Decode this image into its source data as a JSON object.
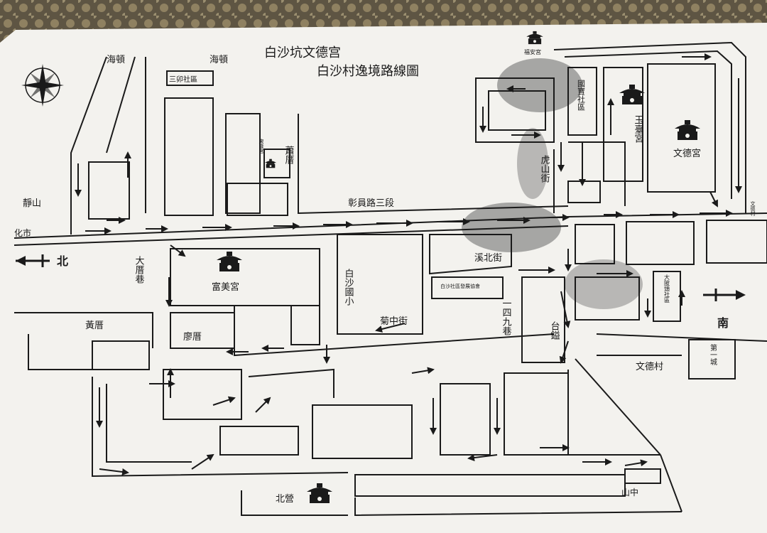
{
  "title": {
    "line1": "白沙坑文德宫",
    "line2": "白沙村逸境路線圖"
  },
  "compass": {
    "icon": "compass-rose-icon"
  },
  "directions": {
    "north": "北",
    "south": "南"
  },
  "roads": {
    "haidun_left": "海頓",
    "haidun_right": "海頓",
    "jingshan": "靜山",
    "huashi": "化市",
    "dacuo_xiang": "大厝巷",
    "huangcuo": "黃厝",
    "zhangyuan_road": "彰員路三段",
    "xibei_street": "溪北街",
    "huzhong_street": "菊中街",
    "lane_149": "一四九巷",
    "taiyu": "台鎰",
    "hushan_street": "虎山街",
    "wende_village": "文德村",
    "shanzhong": "山中",
    "beiying": "北營",
    "wende_village_small": "文德村"
  },
  "places": {
    "sanmao_community": "三卯社區",
    "dongfu_temple": "東隆宮",
    "xiaocuo": "蕭厝",
    "fumei_temple": "富美宮",
    "baisha_school": "白沙國小",
    "baisha_assoc": "白沙社區發展協會",
    "liaocuo": "廖厝",
    "fuan_temple": "福安宮",
    "guobao_community": "國寶社區",
    "yutai_temple": "玉臺宮",
    "wende_temple": "文德宮",
    "dapi_community": "大陂頭社區",
    "diyi_cheng": "第一城"
  },
  "icons": {
    "temple": "temple-icon",
    "route_arrow": "route-arrow-icon"
  },
  "colors": {
    "paper": "#f3f2ee",
    "ink": "#1a1a1a",
    "background_cloth": "#6b6250",
    "stain": "#4a4a4a"
  }
}
